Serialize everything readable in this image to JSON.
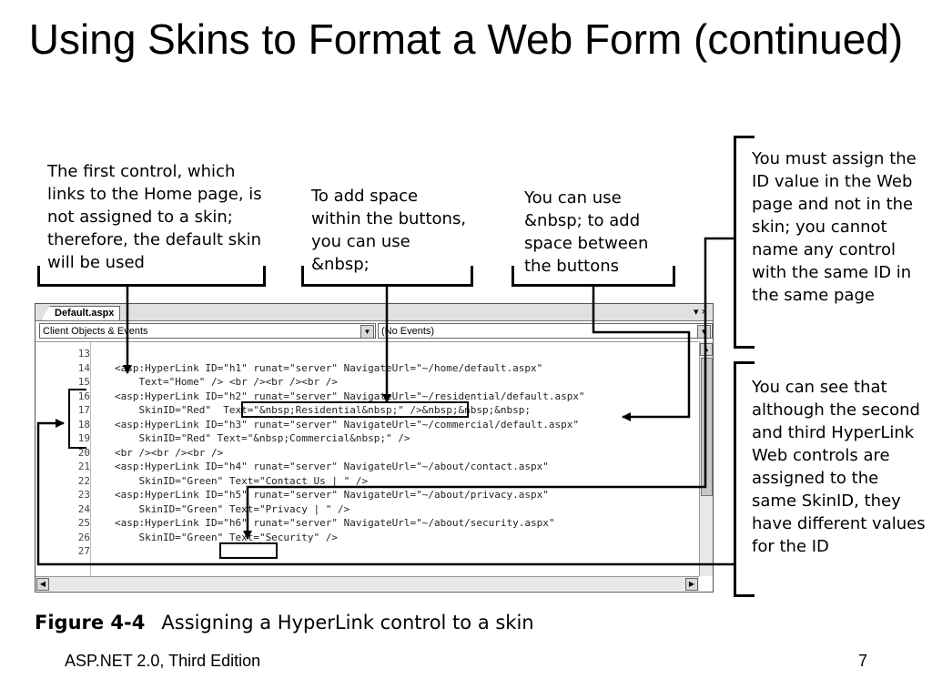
{
  "title": "Using Skins to Format a Web Form (continued)",
  "callouts": {
    "first_control": "The first control, which links to the Home page, is not assigned to a skin; therefore, the default skin will be used",
    "add_space": "To add space within the buttons, you can use &nbsp;",
    "nbsp_between": "You can use &nbsp; to add space between the buttons",
    "assign_id": "You must assign the ID value in the Web page and not in the skin; you cannot name any control with the same ID in the same page",
    "different_ids": "You can see that although the second and third HyperLink Web controls are assigned to the same SkinID, they have different values for the ID"
  },
  "editor": {
    "tab_label": "Default.aspx",
    "tab_controls": "▾ ×",
    "object_combo": "Client Objects & Events",
    "event_combo": "(No Events)",
    "lines": [
      {
        "num": "13",
        "text": ""
      },
      {
        "num": "14",
        "text": "<asp:HyperLink ID=\"h1\" runat=\"server\" NavigateUrl=\"~/home/default.aspx\""
      },
      {
        "num": "15",
        "text": "    Text=\"Home\" /> <br /><br /><br />"
      },
      {
        "num": "16",
        "text": "<asp:HyperLink ID=\"h2\" runat=\"server\" NavigateUrl=\"~/residential/default.aspx\""
      },
      {
        "num": "17",
        "text": "    SkinID=\"Red\"  Text=\"&nbsp;Residential&nbsp;\" />&nbsp;&nbsp;&nbsp;"
      },
      {
        "num": "18",
        "text": "<asp:HyperLink ID=\"h3\" runat=\"server\" NavigateUrl=\"~/commercial/default.aspx\""
      },
      {
        "num": "19",
        "text": "    SkinID=\"Red\" Text=\"&nbsp;Commercial&nbsp;\" />"
      },
      {
        "num": "20",
        "text": "<br /><br /><br />"
      },
      {
        "num": "21",
        "text": "<asp:HyperLink ID=\"h4\" runat=\"server\" NavigateUrl=\"~/about/contact.aspx\""
      },
      {
        "num": "22",
        "text": "    SkinID=\"Green\" Text=\"Contact Us | \" />"
      },
      {
        "num": "23",
        "text": "<asp:HyperLink ID=\"h5\" runat=\"server\" NavigateUrl=\"~/about/privacy.aspx\""
      },
      {
        "num": "24",
        "text": "    SkinID=\"Green\" Text=\"Privacy | \" />"
      },
      {
        "num": "25",
        "text": "<asp:HyperLink ID=\"h6\" runat=\"server\" NavigateUrl=\"~/about/security.aspx\""
      },
      {
        "num": "26",
        "text": "    SkinID=\"Green\" Text=\"Security\" />"
      },
      {
        "num": "27",
        "text": ""
      }
    ]
  },
  "figure_caption": {
    "label": "Figure 4-4",
    "text": "Assigning a HyperLink control to a skin"
  },
  "footer": {
    "source": "ASP.NET 2.0, Third Edition",
    "page": "7"
  }
}
